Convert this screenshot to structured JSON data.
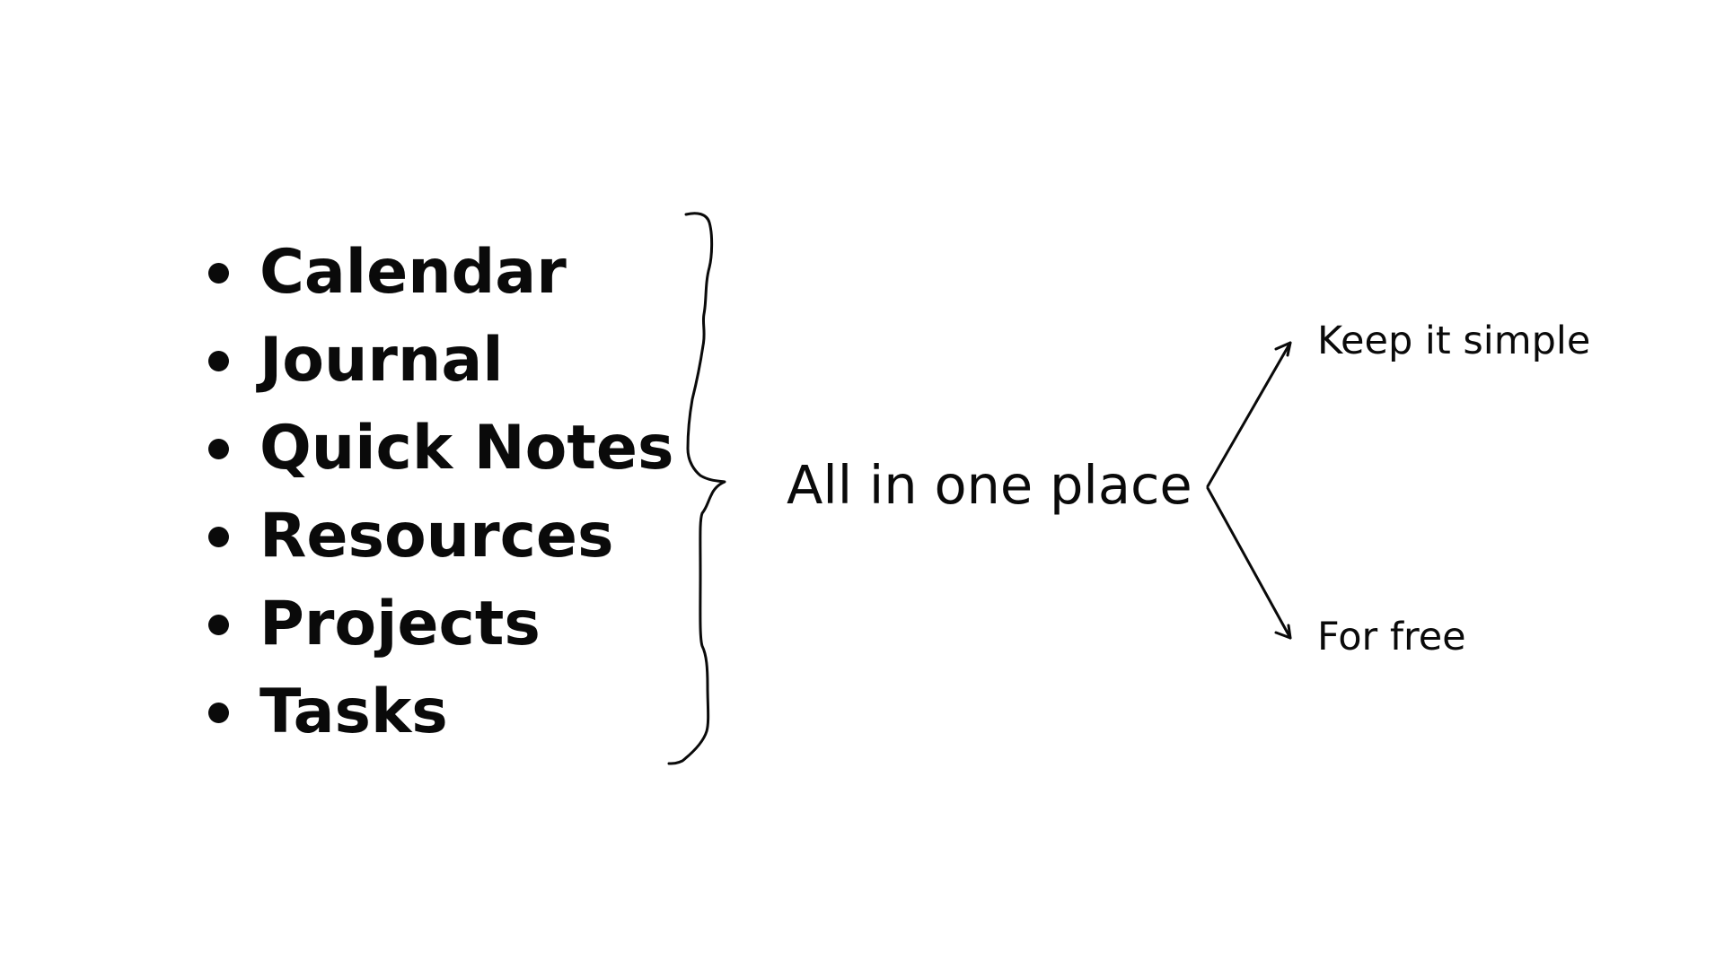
{
  "features": [
    {
      "label": "Calendar"
    },
    {
      "label": "Journal"
    },
    {
      "label": "Quick Notes"
    },
    {
      "label": "Resources"
    },
    {
      "label": "Projects"
    },
    {
      "label": "Tasks"
    }
  ],
  "center": {
    "label": "All in one place"
  },
  "outcomes": [
    {
      "label": "Keep it simple"
    },
    {
      "label": "For free"
    }
  ],
  "colors": {
    "ink": "#0a0a0a",
    "background": "#ffffff"
  }
}
